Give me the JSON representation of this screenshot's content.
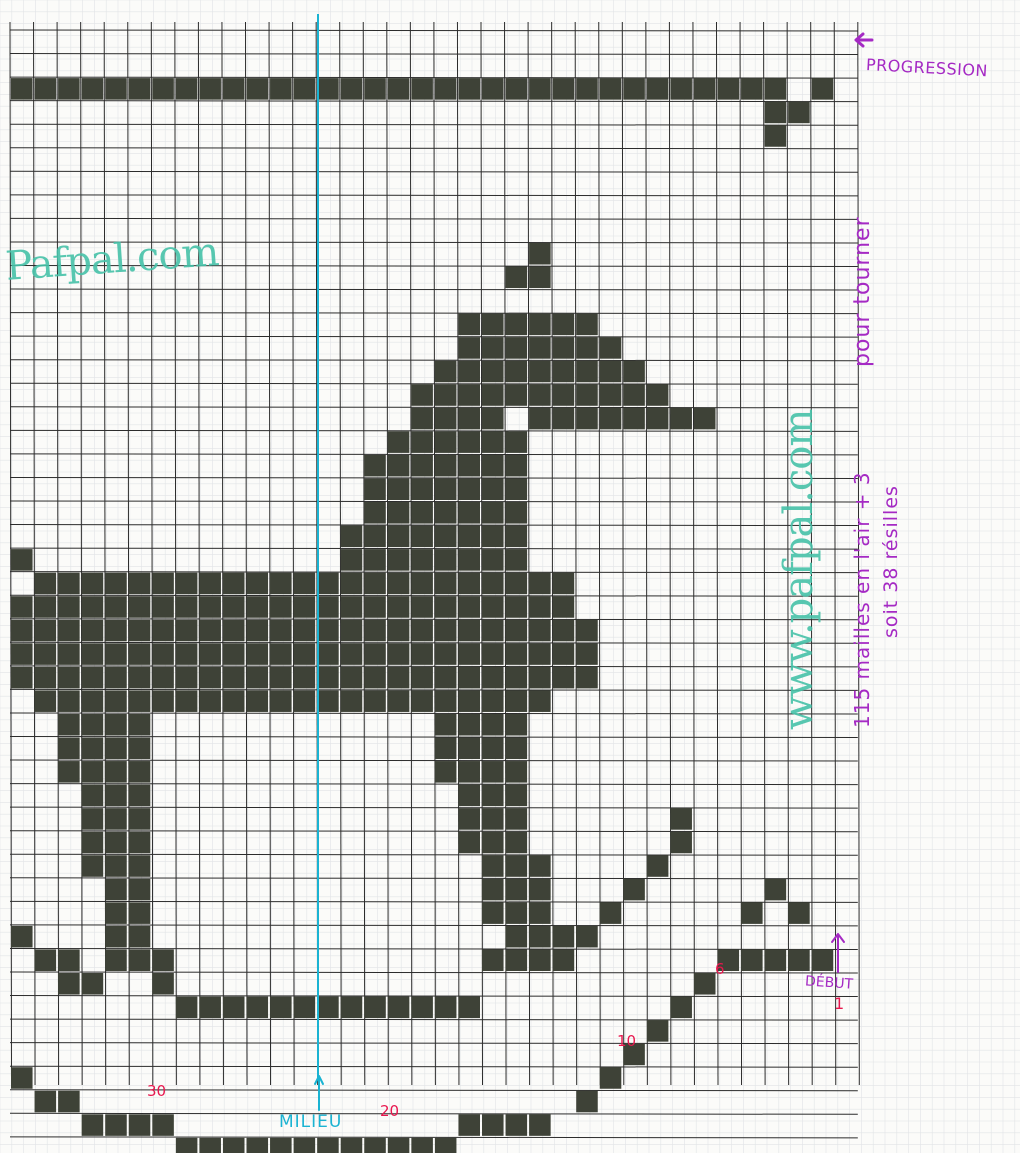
{
  "labels": {
    "progression": "PROGRESSION",
    "debut": "DÉBUT",
    "debut_number": "1",
    "milieu": "MILIEU",
    "note_line_1": "115 mailles en l'air + 3",
    "note_line_2": "soit 38 résilles",
    "pour_tourner": "pour tourner",
    "row_numbers": [
      "6",
      "10",
      "20",
      "30"
    ]
  },
  "watermarks": {
    "left": "Pafpal.com",
    "right": "www.pafpal.com"
  },
  "icons": {
    "progression_arrow": "arrow-left-icon",
    "debut_arrow": "arrow-up-icon",
    "milieu_arrow": "arrow-up-icon"
  },
  "colors": {
    "paper": "#fbfbf9",
    "grid_line": "#2c2c2c",
    "filled_cell": "#3e4237",
    "progression_text": "#a52ac4",
    "row_numbers": "#e8174e",
    "watermark": "#47c2a9",
    "center_line": "#1ab3d2"
  },
  "pattern": {
    "rows": [
      {
        "y": 2,
        "ranges": [
          [
            0,
            32
          ],
          [
            34,
            34
          ]
        ]
      },
      {
        "y": 3,
        "ranges": [
          [
            32,
            33
          ]
        ]
      },
      {
        "y": 4,
        "ranges": [
          [
            32,
            32
          ]
        ]
      },
      {
        "y": 9,
        "ranges": [
          [
            22,
            22
          ]
        ]
      },
      {
        "y": 10,
        "ranges": [
          [
            21,
            22
          ]
        ]
      },
      {
        "y": 12,
        "ranges": [
          [
            19,
            24
          ]
        ]
      },
      {
        "y": 13,
        "ranges": [
          [
            19,
            25
          ]
        ]
      },
      {
        "y": 14,
        "ranges": [
          [
            18,
            26
          ]
        ]
      },
      {
        "y": 15,
        "ranges": [
          [
            17,
            27
          ]
        ]
      },
      {
        "y": 16,
        "ranges": [
          [
            17,
            20
          ],
          [
            22,
            29
          ]
        ]
      },
      {
        "y": 17,
        "ranges": [
          [
            16,
            21
          ]
        ]
      },
      {
        "y": 18,
        "ranges": [
          [
            15,
            21
          ]
        ]
      },
      {
        "y": 19,
        "ranges": [
          [
            15,
            21
          ]
        ]
      },
      {
        "y": 20,
        "ranges": [
          [
            15,
            21
          ]
        ]
      },
      {
        "y": 21,
        "ranges": [
          [
            14,
            21
          ]
        ]
      },
      {
        "y": 22,
        "ranges": [
          [
            0,
            0
          ],
          [
            14,
            21
          ]
        ]
      },
      {
        "y": 23,
        "ranges": [
          [
            1,
            23
          ]
        ]
      },
      {
        "y": 24,
        "ranges": [
          [
            0,
            23
          ]
        ]
      },
      {
        "y": 25,
        "ranges": [
          [
            0,
            24
          ]
        ]
      },
      {
        "y": 26,
        "ranges": [
          [
            0,
            24
          ]
        ]
      },
      {
        "y": 27,
        "ranges": [
          [
            0,
            24
          ]
        ]
      },
      {
        "y": 28,
        "ranges": [
          [
            1,
            22
          ]
        ]
      },
      {
        "y": 29,
        "ranges": [
          [
            2,
            5
          ],
          [
            18,
            21
          ]
        ]
      },
      {
        "y": 30,
        "ranges": [
          [
            2,
            5
          ],
          [
            18,
            21
          ]
        ]
      },
      {
        "y": 31,
        "ranges": [
          [
            2,
            5
          ],
          [
            18,
            21
          ]
        ]
      },
      {
        "y": 32,
        "ranges": [
          [
            3,
            5
          ],
          [
            19,
            21
          ]
        ]
      },
      {
        "y": 33,
        "ranges": [
          [
            3,
            5
          ],
          [
            19,
            21
          ],
          [
            28,
            28
          ]
        ]
      },
      {
        "y": 34,
        "ranges": [
          [
            3,
            5
          ],
          [
            19,
            21
          ],
          [
            28,
            28
          ]
        ]
      },
      {
        "y": 35,
        "ranges": [
          [
            3,
            5
          ],
          [
            20,
            22
          ],
          [
            27,
            27
          ]
        ]
      },
      {
        "y": 36,
        "ranges": [
          [
            4,
            5
          ],
          [
            20,
            22
          ],
          [
            26,
            26
          ],
          [
            32,
            32
          ]
        ]
      },
      {
        "y": 37,
        "ranges": [
          [
            4,
            5
          ],
          [
            20,
            22
          ],
          [
            25,
            25
          ],
          [
            31,
            31
          ],
          [
            33,
            33
          ]
        ]
      },
      {
        "y": 38,
        "ranges": [
          [
            0,
            0
          ],
          [
            4,
            5
          ],
          [
            21,
            22
          ],
          [
            23,
            24
          ]
        ]
      },
      {
        "y": 39,
        "ranges": [
          [
            1,
            2
          ],
          [
            4,
            6
          ],
          [
            20,
            23
          ],
          [
            30,
            34
          ]
        ]
      },
      {
        "y": 40,
        "ranges": [
          [
            2,
            3
          ],
          [
            6,
            6
          ],
          [
            29,
            29
          ]
        ]
      },
      {
        "y": 41,
        "ranges": [
          [
            7,
            19
          ],
          [
            28,
            28
          ]
        ]
      },
      {
        "y": 42,
        "ranges": [
          [
            27,
            27
          ]
        ]
      },
      {
        "y": 43,
        "ranges": [
          [
            26,
            26
          ]
        ]
      },
      {
        "y": 44,
        "ranges": [
          [
            0,
            0
          ],
          [
            25,
            25
          ]
        ]
      },
      {
        "y": 45,
        "ranges": [
          [
            1,
            2
          ],
          [
            24,
            24
          ]
        ]
      },
      {
        "y": 46,
        "ranges": [
          [
            3,
            6
          ],
          [
            19,
            22
          ]
        ]
      },
      {
        "y": 47,
        "ranges": [
          [
            7,
            18
          ]
        ]
      }
    ]
  }
}
